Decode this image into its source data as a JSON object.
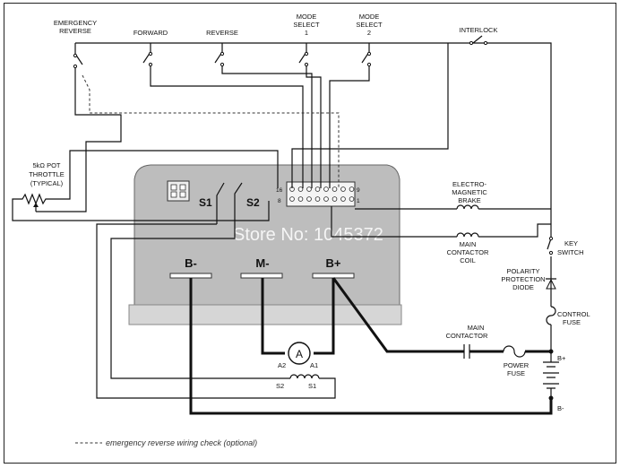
{
  "labels": {
    "emergency_reverse_1": "EMERGENCY",
    "emergency_reverse_2": "REVERSE",
    "forward": "FORWARD",
    "reverse": "REVERSE",
    "mode1_1": "MODE",
    "mode1_2": "SELECT",
    "mode1_3": "1",
    "mode2_1": "MODE",
    "mode2_2": "SELECT",
    "mode2_3": "2",
    "interlock": "INTERLOCK",
    "throttle_1": "5kΩ POT",
    "throttle_2": "THROTTLE",
    "throttle_3": "(TYPICAL)",
    "brake_1": "ELECTRO-",
    "brake_2": "MAGNETIC",
    "brake_3": "BRAKE",
    "coil_1": "MAIN",
    "coil_2": "CONTACTOR",
    "coil_3": "COIL",
    "key_1": "KEY",
    "key_2": "SWITCH",
    "diode_1": "POLARITY",
    "diode_2": "PROTECTION",
    "diode_3": "DIODE",
    "cfuse_1": "CONTROL",
    "cfuse_2": "FUSE",
    "contactor_1": "MAIN",
    "contactor_2": "CONTACTOR",
    "pfuse_1": "POWER",
    "pfuse_2": "FUSE",
    "bplus": "B+",
    "bminus": "B-",
    "a2": "A2",
    "a1": "A1",
    "s2": "S2",
    "s1": "S1",
    "motor": "A"
  },
  "controller": {
    "term_bminus": "B-",
    "term_mminus": "M-",
    "term_bplus": "B+",
    "sw1": "S1",
    "sw2": "S2",
    "pin16": "16",
    "pin9": "9",
    "pin8": "8",
    "pin1": "1"
  },
  "watermark": "Store No: 1045372",
  "legend": "emergency reverse wiring check (optional)"
}
